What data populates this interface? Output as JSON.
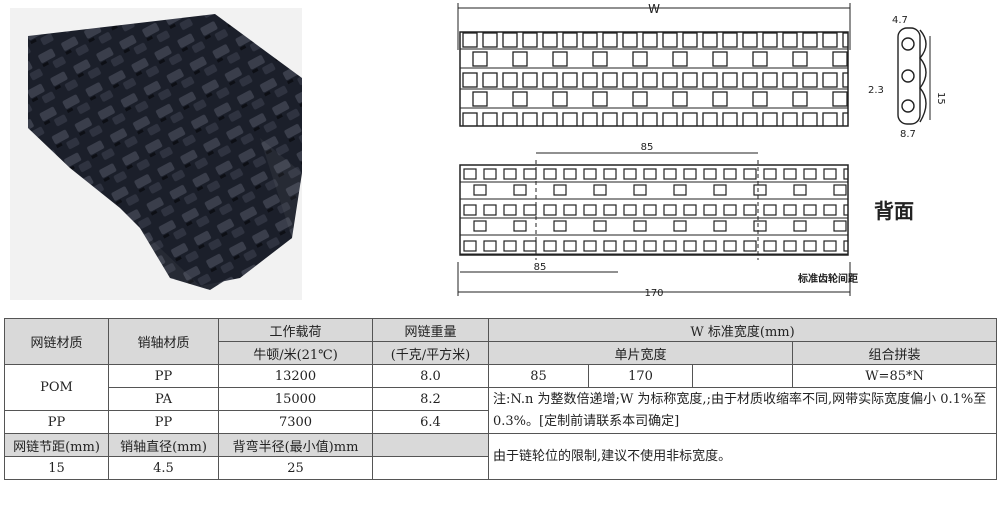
{
  "drawing": {
    "top_width_label": "W",
    "side_dims": {
      "top": "4.7",
      "left": "2.3",
      "height": "15",
      "bottom": "8.7"
    },
    "bottom_dims": {
      "upper": "85",
      "lower": "85",
      "overall": "170"
    },
    "back_label": "背面",
    "sprocket_label": "标准齿轮间距"
  },
  "table": {
    "h_chain_material": "网链材质",
    "h_pin_material": "销轴材质",
    "h_working_load": "工作载荷",
    "h_working_load_unit": "牛顿/米(21℃)",
    "h_chain_weight": "网链重量",
    "h_chain_weight_unit": "(千克/平方米)",
    "h_width": "W 标准宽度(mm)",
    "h_single_width": "单片宽度",
    "h_combined": "组合拼装",
    "rows": [
      {
        "chain": "POM",
        "pin": "PP",
        "load": "13200",
        "weight": "8.0"
      },
      {
        "pin": "PA",
        "load": "15000",
        "weight": "8.2"
      },
      {
        "chain": "PP",
        "pin": "PP",
        "load": "7300",
        "weight": "6.4"
      }
    ],
    "single_widths": [
      "85",
      "170",
      ""
    ],
    "combined_value": "W=85*N",
    "note": "注:N.n 为整数倍递增;W 为标称宽度,;由于材质收缩率不同,网带实际宽度偏小 0.1%至 0.3%。[定制前请联系本司确定]",
    "h_pitch": "网链节距(mm)",
    "h_pin_diameter": "销轴直径(mm)",
    "h_backflex": "背弯半径(最小值)mm",
    "pitch": "15",
    "pin_diameter": "4.5",
    "backflex": "25",
    "note2": "由于链轮位的限制,建议不使用非标宽度。"
  }
}
